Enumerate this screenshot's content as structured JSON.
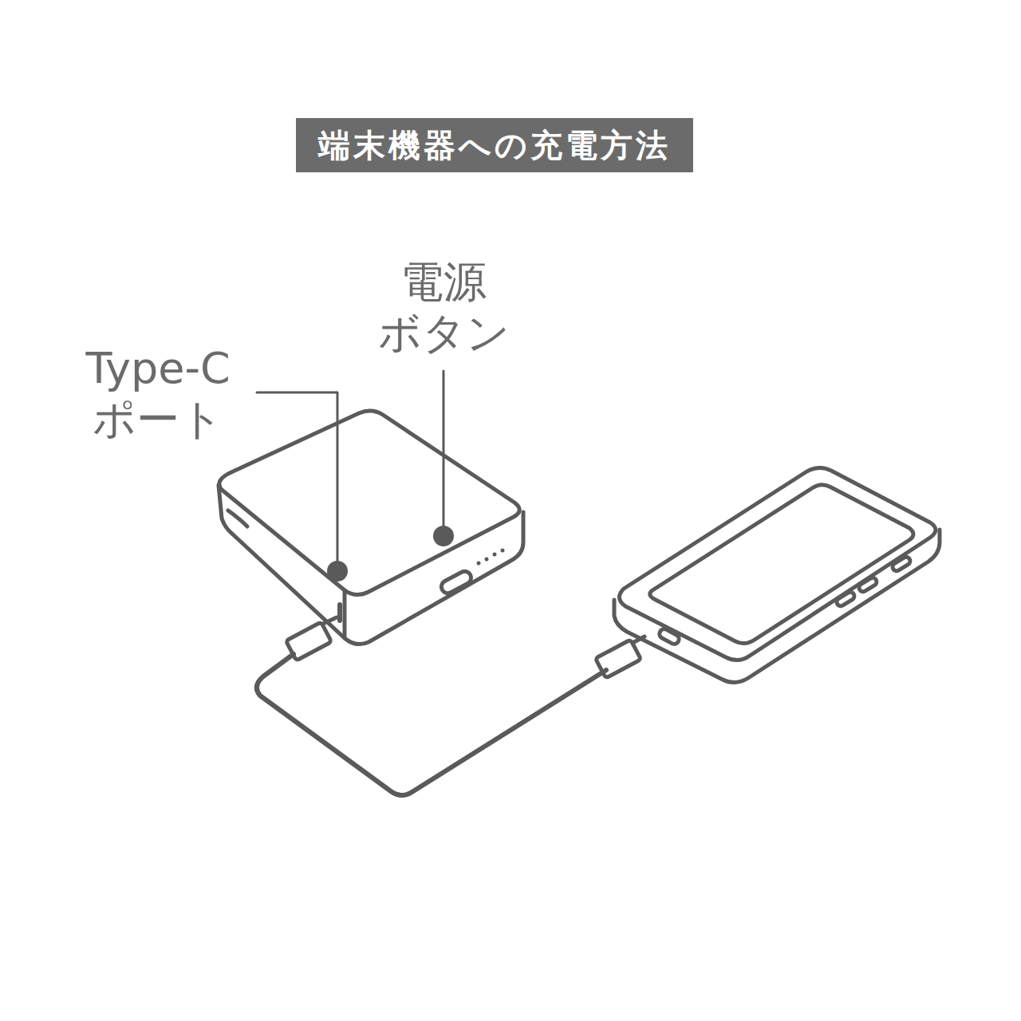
{
  "diagram": {
    "title": "端末機器への充電方法",
    "labels": [
      "電源 ボタン",
      "Type-C ポート"
    ]
  }
}
